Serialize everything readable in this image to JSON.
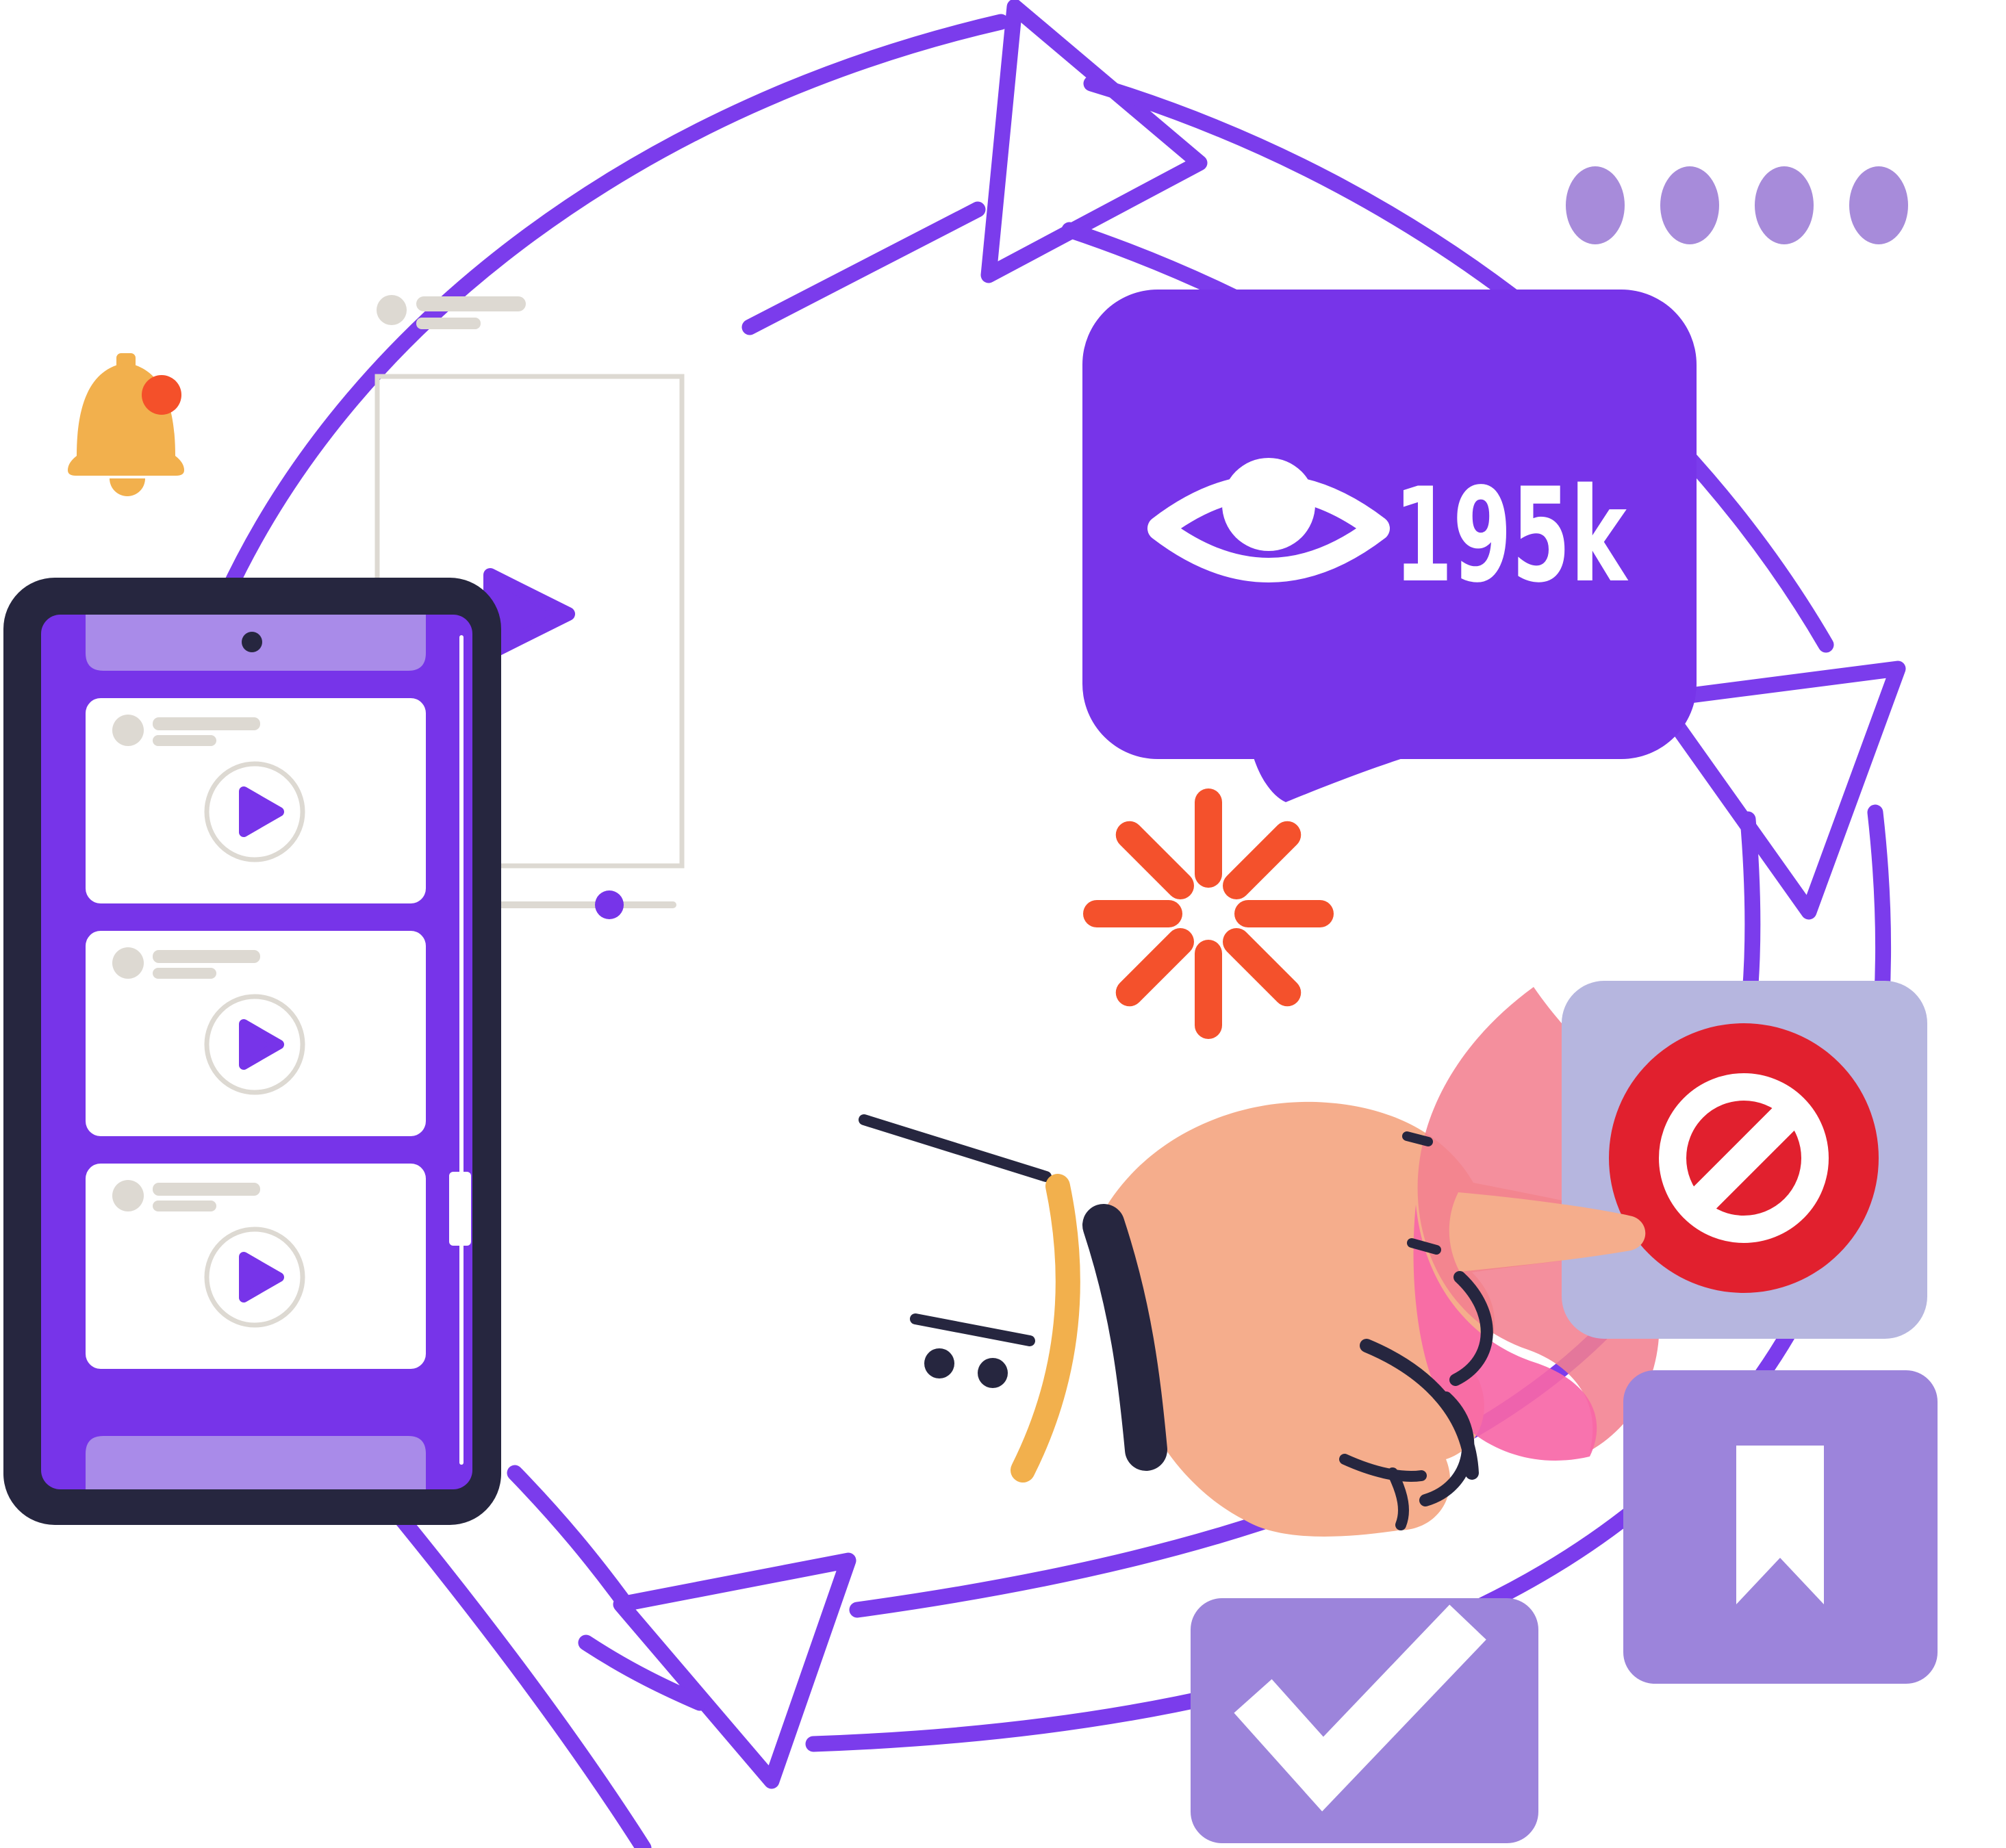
{
  "meta": {
    "description": "Flat vector illustration of a video content moderation and review cycle",
    "background": "#FFFFFF"
  },
  "view_count_bubble": {
    "value": "195k",
    "icon": "eye-icon"
  },
  "colors": {
    "purple": "#7734E9",
    "band_purple": "#7B3CEC",
    "light_purple": "#A98BE9",
    "lavender_dot": "#A78BDA",
    "card_purple": "#9C84DB",
    "block_card_lavender": "#B6B6DF",
    "navy": "#26263F",
    "red": "#E1202E",
    "orange": "#F4512C",
    "yellow": "#F2B04D",
    "skin": "#F5AD8C",
    "pink": "#F767A7",
    "rose": "#F2808F",
    "placeholder_gray": "#DDD9D2",
    "white": "#FFFFFF"
  },
  "icons": [
    "cycle-arrow-icon",
    "eye-icon",
    "bell-icon",
    "notification-dot-icon",
    "play-icon",
    "loading-spinner-icon",
    "block-icon",
    "check-icon",
    "bookmark-icon",
    "pointing-hand",
    "flame-icon",
    "smartphone",
    "speech-bubble"
  ]
}
